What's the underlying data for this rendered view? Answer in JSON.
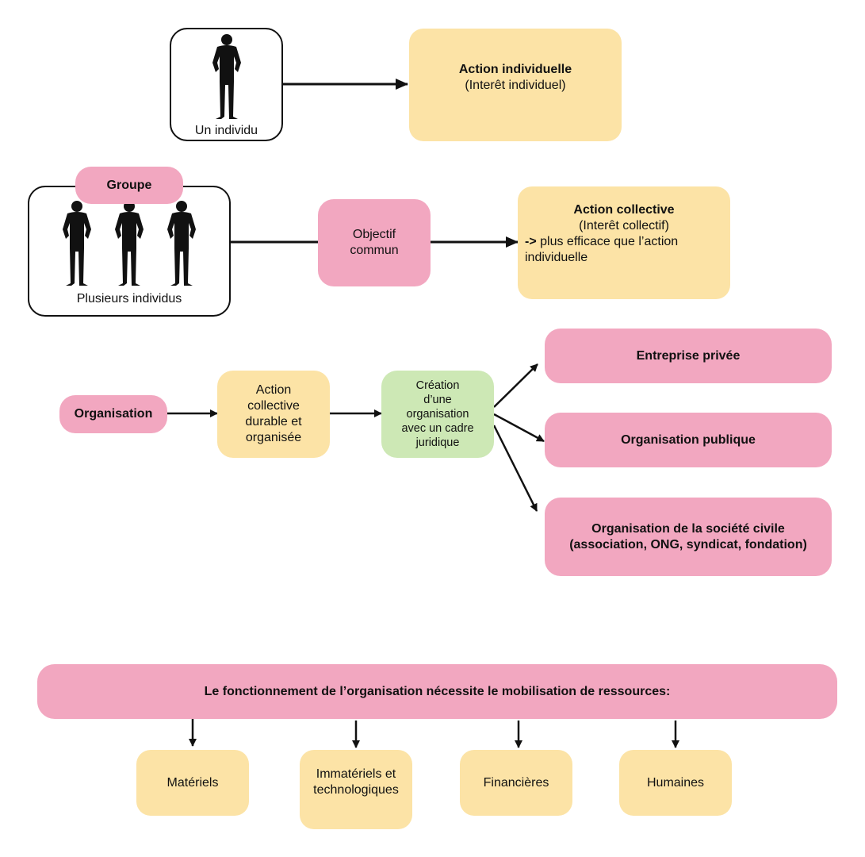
{
  "colors": {
    "yellow": "#fce3a6",
    "pink": "#f2a7c0",
    "green": "#cde8b5",
    "line": "#111111"
  },
  "row1": {
    "individual_label": "Un individu",
    "action_title": "Action individuelle",
    "action_subtitle": "(Interêt individuel)"
  },
  "row2": {
    "group_tag": "Groupe",
    "group_label": "Plusieurs individus",
    "objective": [
      "Objectif",
      "commun"
    ],
    "action_title": "Action collective",
    "action_subtitle": "(Interêt collectif)",
    "action_arrow": "->",
    "action_note": "plus efficace que l’action individuelle"
  },
  "row3": {
    "organisation": "Organisation",
    "action": [
      "Action",
      "collective",
      "durable et",
      "organisée"
    ],
    "creation": [
      "Création",
      "d’une",
      "organisation",
      "avec un cadre",
      "juridique"
    ],
    "types": [
      {
        "line1": "Entreprise privée",
        "line2": ""
      },
      {
        "line1": "Organisation publique",
        "line2": ""
      },
      {
        "line1": "Organisation de la société civile",
        "line2": "(association, ONG, syndicat, fondation)"
      }
    ]
  },
  "resources": {
    "banner": "Le fonctionnement de l’organisation nécessite le mobilisation de ressources:",
    "items": [
      {
        "line1": "Matériels",
        "line2": ""
      },
      {
        "line1": "Immatériels et",
        "line2": "technologiques"
      },
      {
        "line1": "Financières",
        "line2": ""
      },
      {
        "line1": "Humaines",
        "line2": ""
      }
    ]
  }
}
